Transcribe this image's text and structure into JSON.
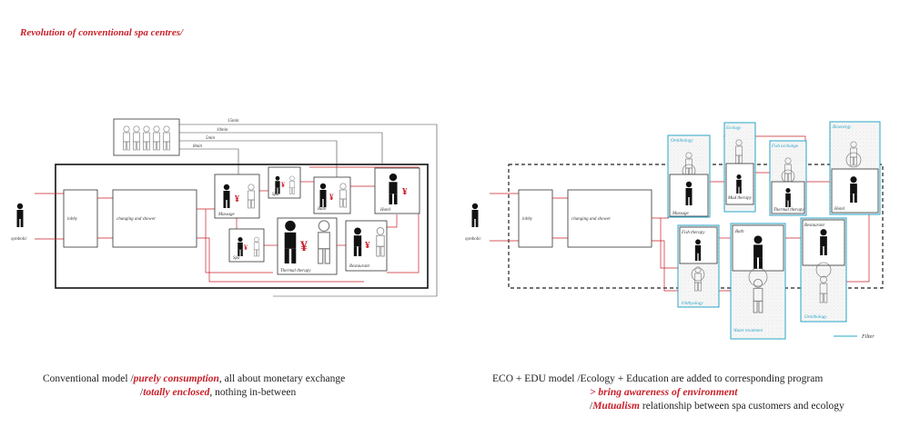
{
  "header": "Revolution of conventional spa centres/",
  "left": {
    "visitor_label": "symbolic",
    "rooms": {
      "lobby": "lobby",
      "changing": "changing and shower",
      "massage": "Massage",
      "spa_top": "Spa",
      "bath": "Bath",
      "hotel": "Hotel",
      "spa_bottom": "Spa",
      "thermal": "Thermal therapy",
      "restaurant": "Restaurant"
    },
    "line_labels": [
      "15min",
      "10min",
      "5min",
      "8min"
    ],
    "currency_symbol": "¥"
  },
  "right": {
    "visitor_label": "symbolic",
    "rooms": {
      "lobby": "lobby",
      "changing": "changing and shower",
      "massage": "Massage",
      "mud": "Mud therapy",
      "thermal": "Thermal therapy",
      "hotel": "Hotel",
      "fish": "Fish therapy",
      "bath": "Bath",
      "restaurant": "Restaurant"
    },
    "eco_labels": {
      "ornithology_1": "Ornithology",
      "ecology": "Ecology",
      "fish_exchange": "Fish exchange",
      "bio_energy": "Bioenergy",
      "ichthyology": "Ichthyology",
      "water_treatment": "Water treatment",
      "ornithology_2": "Ornithology"
    },
    "legend_filter": "Filter"
  },
  "captions": {
    "left_line1_a": "Conventional model /",
    "left_line1_b": "purely consumption",
    "left_line1_c": ", all about monetary exchange",
    "left_line2_a": "/",
    "left_line2_b": "totally enclosed",
    "left_line2_c": ", nothing in-between",
    "right_line1": "ECO + EDU model /Ecology + Education are added to corresponding program",
    "right_line2": "> bring awareness of environment",
    "right_line3_a": "/",
    "right_line3_b": "Mutualism",
    "right_line3_c": " relationship between spa customers and ecology"
  },
  "colors": {
    "accent_red": "#c8202a",
    "eco_blue": "#2aa6c8",
    "ink": "#222222"
  }
}
